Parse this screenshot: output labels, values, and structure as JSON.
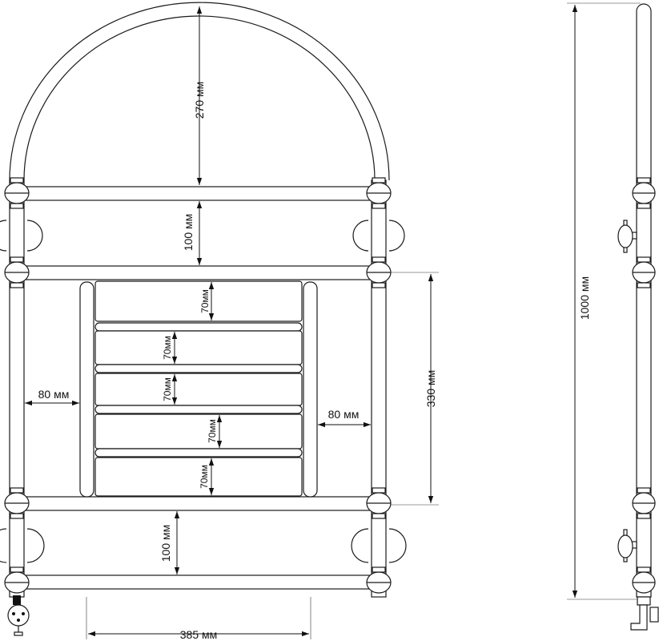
{
  "dimensions": {
    "arch_height": "270 мм",
    "top_gap": "100 мм",
    "bottom_gap": "100 мм",
    "panel_height": "330 мм",
    "left_gap": "80 мм",
    "right_gap": "80 мм",
    "bottom_width": "385 мм",
    "total_height": "1000 мм",
    "slats": [
      "70мм",
      "70мм",
      "70мм",
      "70мм",
      "70мм"
    ]
  }
}
